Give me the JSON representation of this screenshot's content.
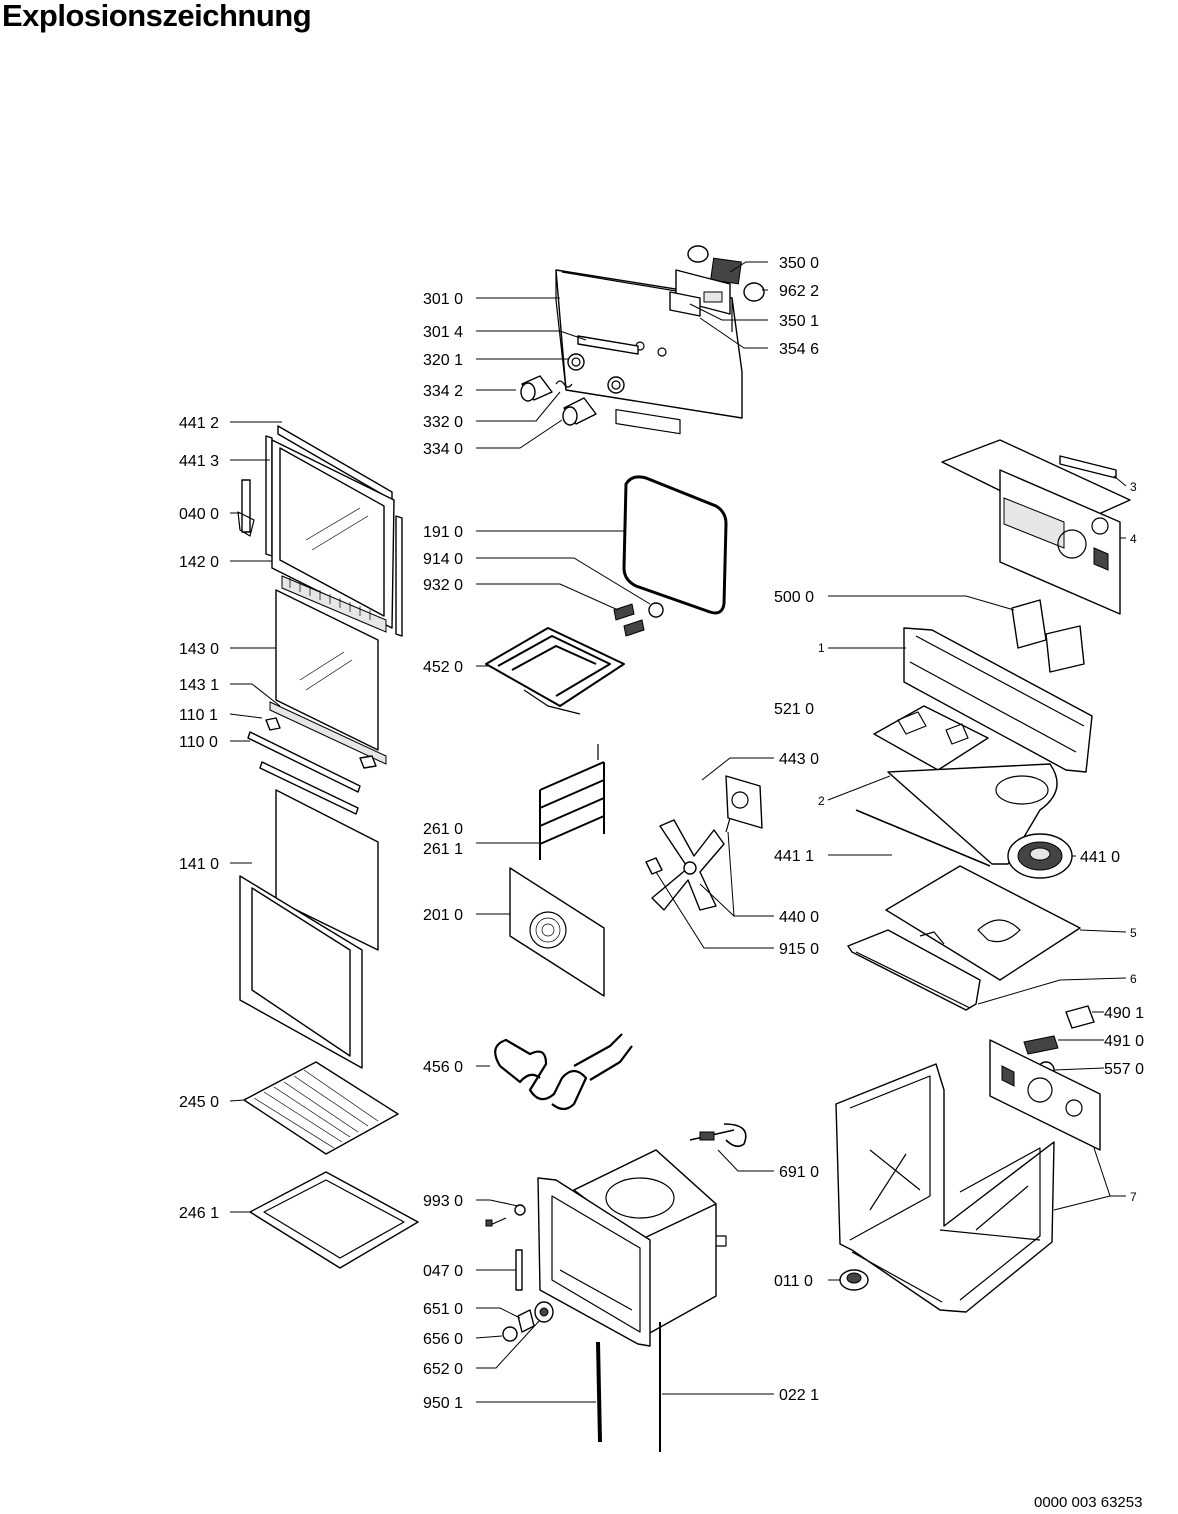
{
  "title": "Explosionszeichnung",
  "document_number": "0000 003 63253",
  "labels": [
    {
      "id": "p3500",
      "text": "350 0"
    },
    {
      "id": "p9622",
      "text": "962 2"
    },
    {
      "id": "p3010",
      "text": "301 0"
    },
    {
      "id": "p3501",
      "text": "350 1"
    },
    {
      "id": "p3014",
      "text": "301 4"
    },
    {
      "id": "p3546",
      "text": "354 6"
    },
    {
      "id": "p3201",
      "text": "320 1"
    },
    {
      "id": "p3342",
      "text": "334 2"
    },
    {
      "id": "p3320",
      "text": "332 0"
    },
    {
      "id": "p3340",
      "text": "334 0"
    },
    {
      "id": "p4412",
      "text": "441 2"
    },
    {
      "id": "p4413",
      "text": "441 3"
    },
    {
      "id": "p0400",
      "text": "040 0"
    },
    {
      "id": "p1420",
      "text": "142 0"
    },
    {
      "id": "p1910",
      "text": "191 0"
    },
    {
      "id": "p9140",
      "text": "914 0"
    },
    {
      "id": "p9320",
      "text": "932 0"
    },
    {
      "id": "p5000",
      "text": "500 0"
    },
    {
      "id": "p1430",
      "text": "143 0"
    },
    {
      "id": "p4520",
      "text": "452 0"
    },
    {
      "id": "p1431",
      "text": "143 1"
    },
    {
      "id": "p5210",
      "text": "521 0"
    },
    {
      "id": "p1101",
      "text": "110 1"
    },
    {
      "id": "p1100",
      "text": "110 0"
    },
    {
      "id": "p4430",
      "text": "443 0"
    },
    {
      "id": "p2610",
      "text": "261 0"
    },
    {
      "id": "p2611",
      "text": "261 1"
    },
    {
      "id": "p4411",
      "text": "441 1"
    },
    {
      "id": "p4410",
      "text": "441 0"
    },
    {
      "id": "p1410",
      "text": "141 0"
    },
    {
      "id": "p2010",
      "text": "201 0"
    },
    {
      "id": "p4400",
      "text": "440 0"
    },
    {
      "id": "p9150",
      "text": "915 0"
    },
    {
      "id": "p4901",
      "text": "490 1"
    },
    {
      "id": "p4910",
      "text": "491 0"
    },
    {
      "id": "p4560",
      "text": "456 0"
    },
    {
      "id": "p5570",
      "text": "557 0"
    },
    {
      "id": "p2450",
      "text": "245 0"
    },
    {
      "id": "p6910",
      "text": "691 0"
    },
    {
      "id": "p9930",
      "text": "993 0"
    },
    {
      "id": "p2461",
      "text": "246 1"
    },
    {
      "id": "p0470",
      "text": "047 0"
    },
    {
      "id": "p0110",
      "text": "011 0"
    },
    {
      "id": "p6510",
      "text": "651 0"
    },
    {
      "id": "p6560",
      "text": "656 0"
    },
    {
      "id": "p6520",
      "text": "652 0"
    },
    {
      "id": "p9501",
      "text": "950 1"
    },
    {
      "id": "p0221",
      "text": "022 1"
    },
    {
      "id": "s3",
      "text": "3"
    },
    {
      "id": "s4",
      "text": "4"
    },
    {
      "id": "s1",
      "text": "1"
    },
    {
      "id": "s2",
      "text": "2"
    },
    {
      "id": "s5",
      "text": "5"
    },
    {
      "id": "s6",
      "text": "6"
    },
    {
      "id": "s7",
      "text": "7"
    }
  ]
}
